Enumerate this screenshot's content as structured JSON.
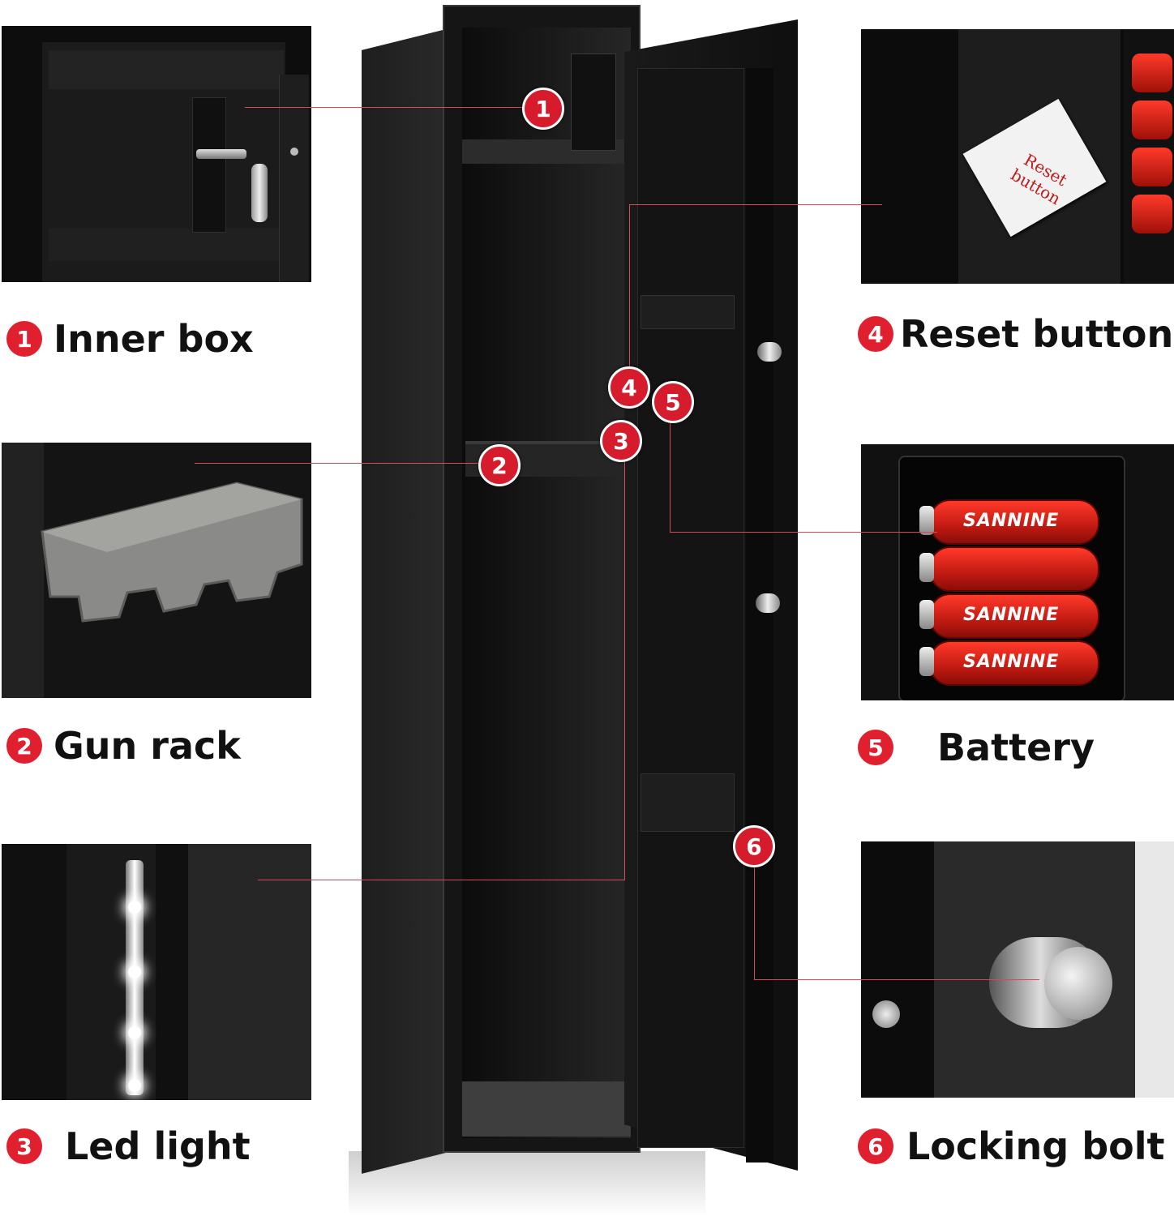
{
  "features": [
    {
      "num": "1",
      "label": "Inner box"
    },
    {
      "num": "2",
      "label": "Gun rack"
    },
    {
      "num": "3",
      "label": "Led light"
    },
    {
      "num": "4",
      "label": "Reset button"
    },
    {
      "num": "5",
      "label": "Battery"
    },
    {
      "num": "6",
      "label": "Locking bolt"
    }
  ],
  "markers": [
    "1",
    "2",
    "3",
    "4",
    "5",
    "6"
  ],
  "reset_sticker_text": "Reset button",
  "battery_brand": "SANNINE",
  "colors": {
    "accent": "#e0202e",
    "cabinet": "#1a1a1a",
    "text": "#111111"
  }
}
